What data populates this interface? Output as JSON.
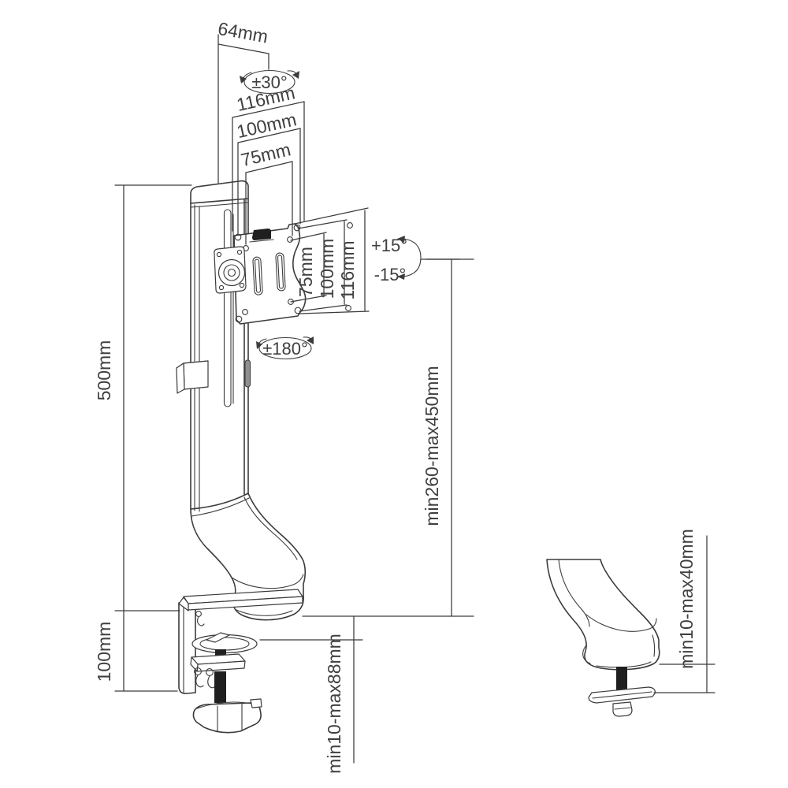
{
  "colors": {
    "line": "#3b3b3b",
    "text": "#3f3f3f",
    "bg": "#ffffff",
    "solid": "#1f1f1f"
  },
  "diagram": {
    "main_view": {
      "top_width": "64mm",
      "swivel_range": "±30°",
      "vesa_width_outer": "116mm",
      "vesa_width_mid": "100mm",
      "vesa_width_inner": "75mm",
      "vesa_height_inner": "75mm",
      "vesa_height_mid": "100mm",
      "vesa_height_outer": "116mm",
      "tilt_up": "+15°",
      "tilt_down": "-15°",
      "rotation_range": "±180°",
      "pole_height": "500mm",
      "clamp_bracket_height": "100mm",
      "desk_thickness_range": "min10-max88mm",
      "height_adjust_range": "min260-max450mm"
    },
    "grommet_view": {
      "desk_thickness_range": "min10-max40mm"
    }
  }
}
